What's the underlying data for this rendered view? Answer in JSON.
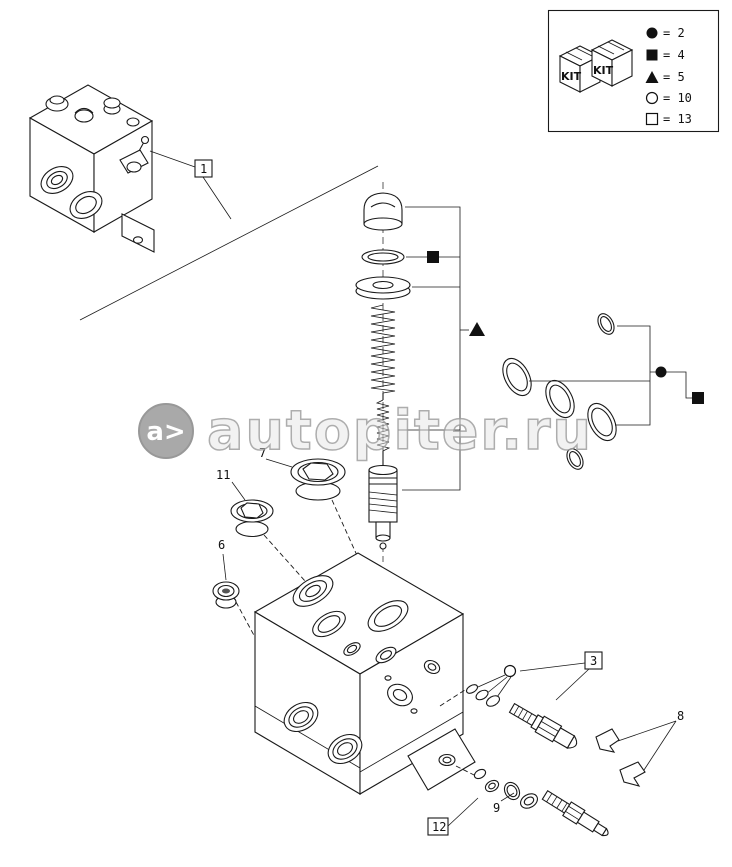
{
  "legend": {
    "kit_label": "KIT",
    "entries": [
      {
        "symbol": "filled-circle",
        "value": "= 2"
      },
      {
        "symbol": "filled-square",
        "value": "= 4"
      },
      {
        "symbol": "filled-triangle",
        "value": "= 5"
      },
      {
        "symbol": "open-circle",
        "value": "= 10"
      },
      {
        "symbol": "open-square",
        "value": "= 13"
      }
    ]
  },
  "callouts": {
    "assembly": "1",
    "relief_valve": "3",
    "plug_small": "6",
    "plug_large": "7",
    "clips": "8",
    "cartridge": "9",
    "plug_medium": "11",
    "seal_kit": "12"
  },
  "watermark": {
    "logo": "a>",
    "text": "autopiter.ru"
  },
  "colors": {
    "line": "#1a1a1a",
    "watermark_gray": "#9f9f9f"
  }
}
